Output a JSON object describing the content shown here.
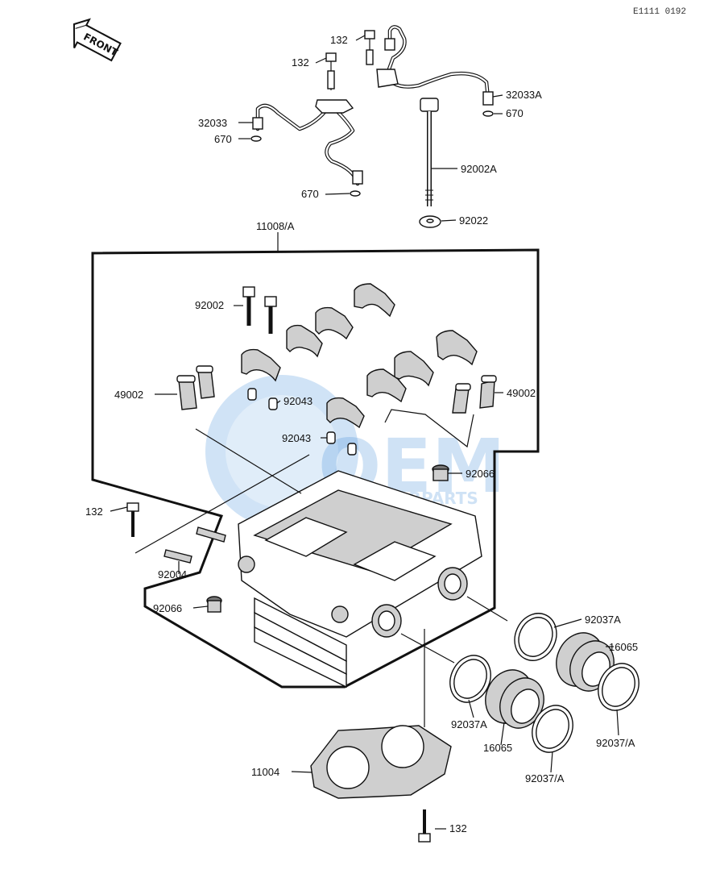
{
  "ref_code": "E1111 0192",
  "front_label": "FRONT",
  "watermark": {
    "brand": "OEM",
    "tagline": "MOTORPARTS"
  },
  "labels": {
    "l132_top_right": "132",
    "l132_top_left": "132",
    "l32033A": "32033A",
    "l670_right": "670",
    "l32033": "32033",
    "l670_left": "670",
    "l92002A": "92002A",
    "l670_mid": "670",
    "l92022": "92022",
    "l11008A": "11008/A",
    "l92002": "92002",
    "l49002_left": "49002",
    "l92043_upper": "92043",
    "l49002_right": "49002",
    "l92043_lower": "92043",
    "l92066_right": "92066",
    "l132_left": "132",
    "l92004": "92004",
    "l92066_left": "92066",
    "l92037A_right": "92037A",
    "l16065_right": "16065",
    "l92037A_mid": "92037A",
    "l16065_mid": "16065",
    "l92037A_slash_right": "92037/A",
    "l92037A_slash_mid": "92037/A",
    "l11004": "11004",
    "l132_bottom": "132"
  }
}
